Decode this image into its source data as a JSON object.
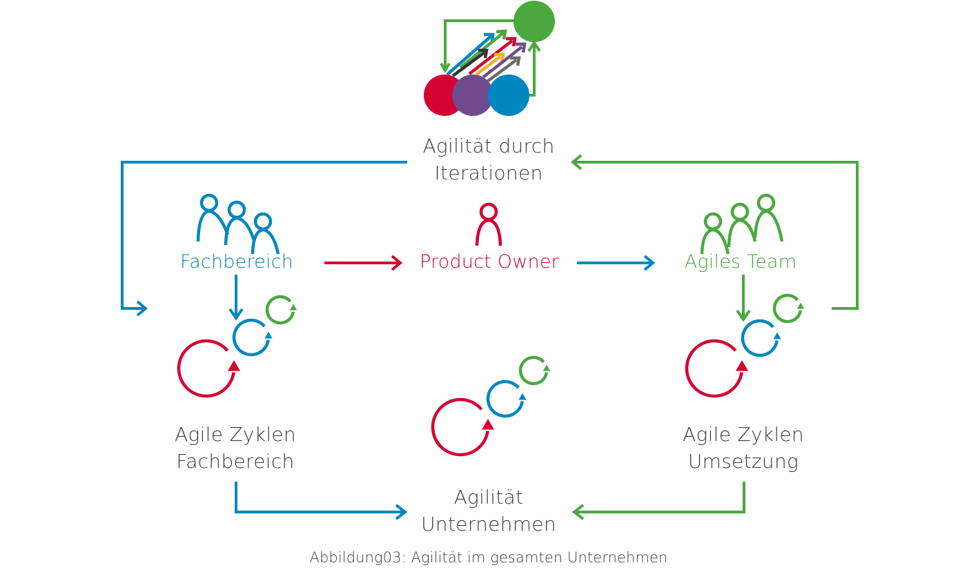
{
  "colors": {
    "red": "#d50032",
    "blue": "#0087bf",
    "green": "#4aa83f",
    "purple": "#6f4b8e",
    "dark": "#333333",
    "yellow": "#f0b323",
    "grey": "#6a6a6a",
    "text": "#3c3c3c"
  },
  "nodes": {
    "iterations": {
      "line1": "Agilität durch",
      "line2": "Iterationen"
    },
    "fachbereich": {
      "label": "Fachbereich"
    },
    "product_owner": {
      "label": "Product Owner"
    },
    "agiles_team": {
      "label": "Agiles Team"
    },
    "zyklen_fachbereich": {
      "line1": "Agile Zyklen",
      "line2": "Fachbereich"
    },
    "zyklen_umsetzung": {
      "line1": "Agile Zyklen",
      "line2": "Umsetzung"
    },
    "unternehmen": {
      "line1": "Agilität",
      "line2": "Unternehmen"
    }
  },
  "caption": "Abbildung03: Agilität im gesamten Unternehmen"
}
